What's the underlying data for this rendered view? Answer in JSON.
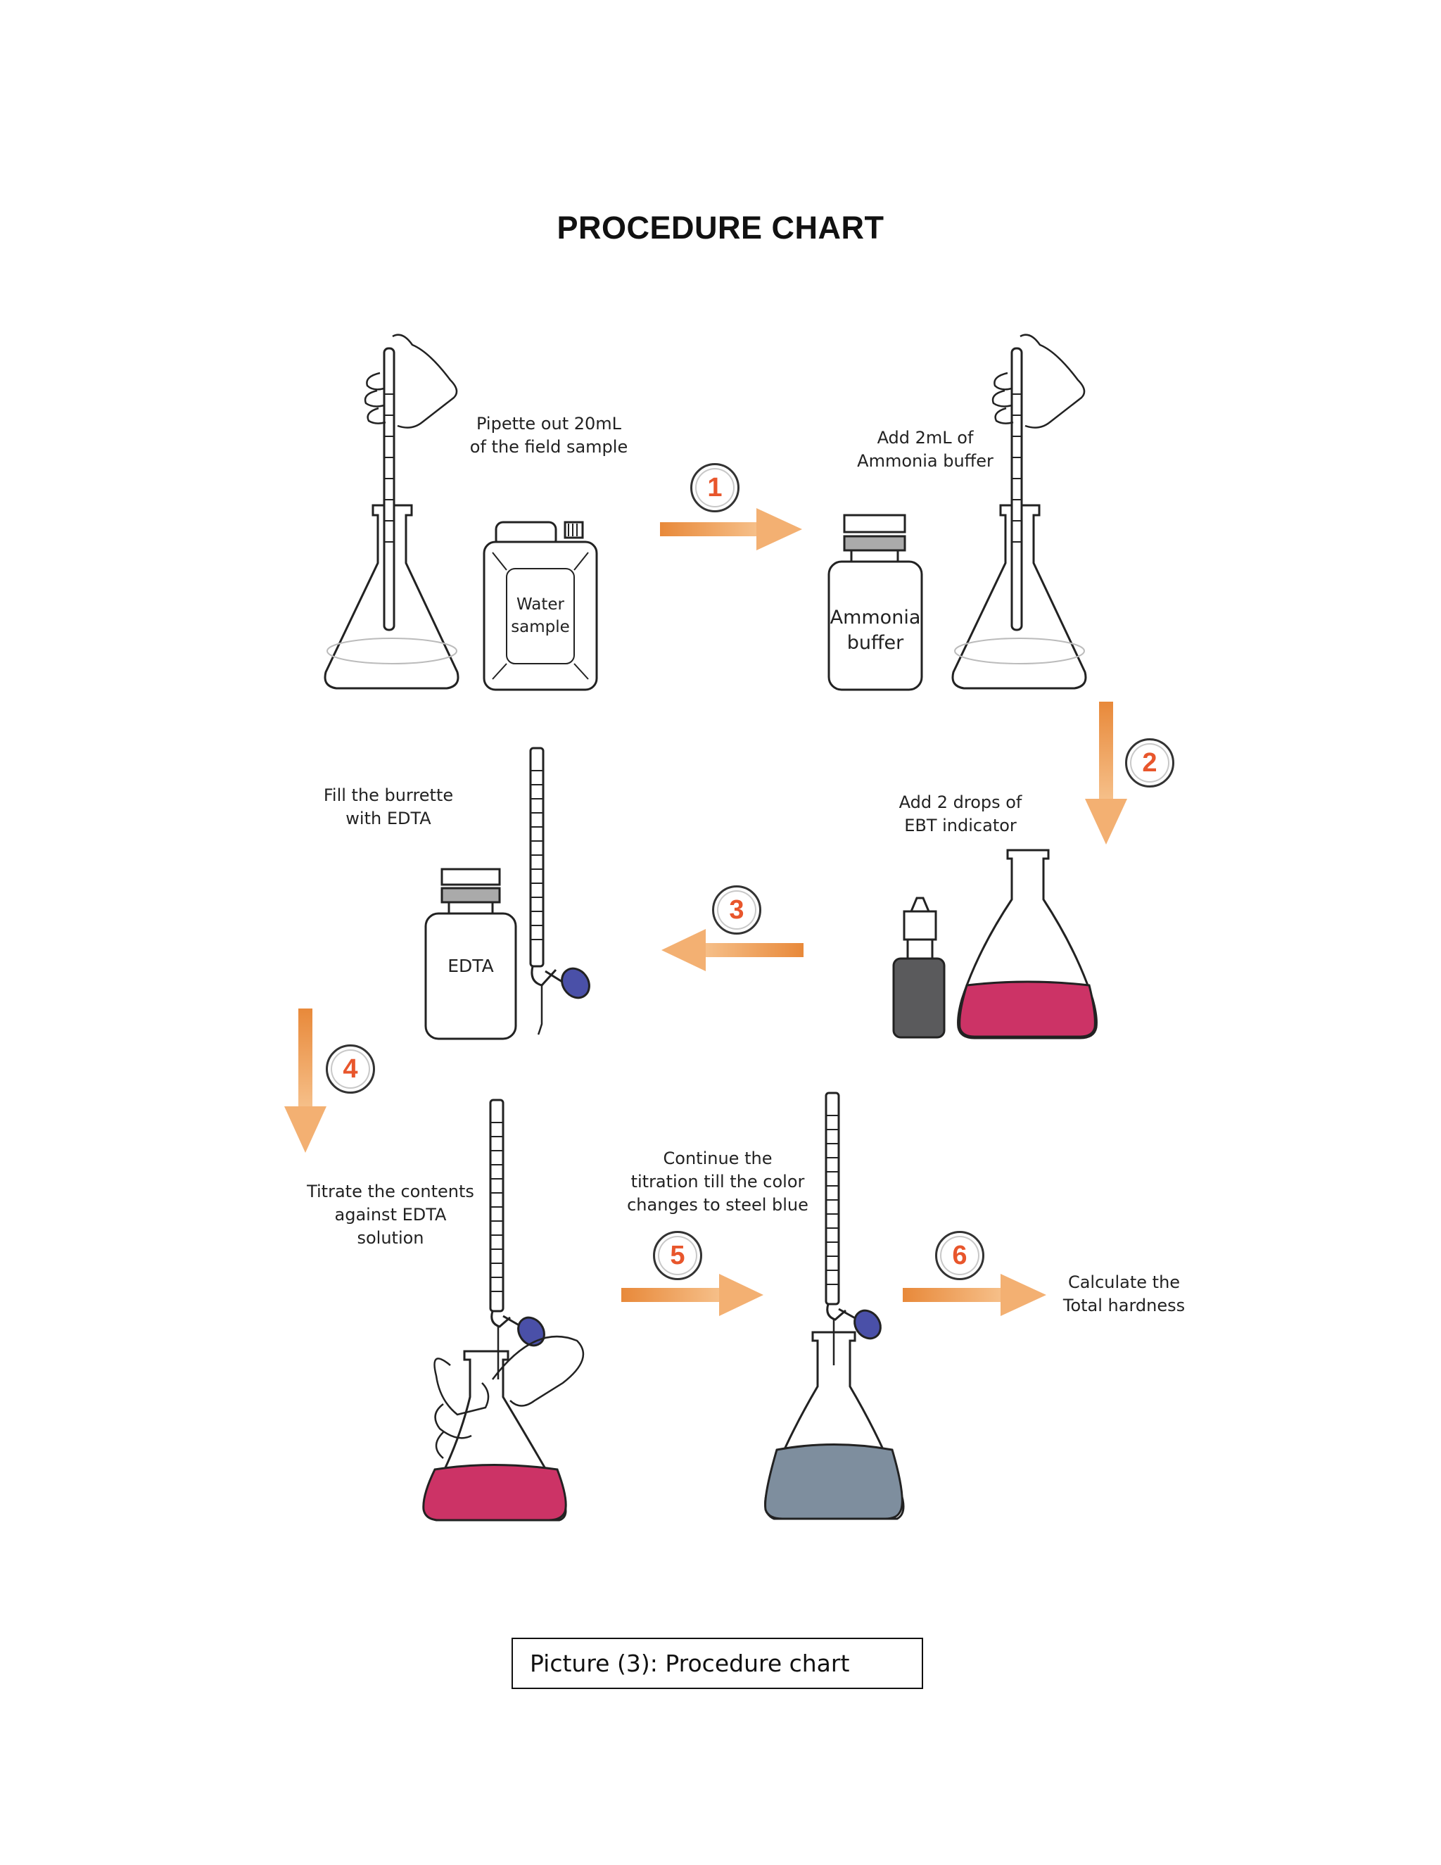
{
  "title": "PROCEDURE CHART",
  "steps": {
    "pipette": "Pipette out 20mL\nof the field sample",
    "buffer": "Add 2mL of\nAmmonia buffer",
    "ebt": "Add 2 drops of\nEBT indicator",
    "burette": "Fill the burrette\nwith EDTA",
    "titrate": "Titrate the contents\nagainst EDTA\nsolution",
    "continue": "Continue the\ntitration till the color\nchanges to steel blue",
    "calculate": "Calculate the\nTotal hardness"
  },
  "vessels": {
    "water": "Water\nsample",
    "ammonia": "Ammonia\nbuffer",
    "edta": "EDTA"
  },
  "arrows": [
    "1",
    "2",
    "3",
    "4",
    "5",
    "6"
  ],
  "caption": "Picture (3): Procedure chart",
  "colors": {
    "arrow_orange": "#f0a050",
    "step_number": "#e8562c",
    "pink_solution": "#cc3366",
    "steel_blue_solution": "#7e8e9e",
    "stopcock_blue": "#4a50a8",
    "indicator_bottle": "#5a5a5c"
  }
}
